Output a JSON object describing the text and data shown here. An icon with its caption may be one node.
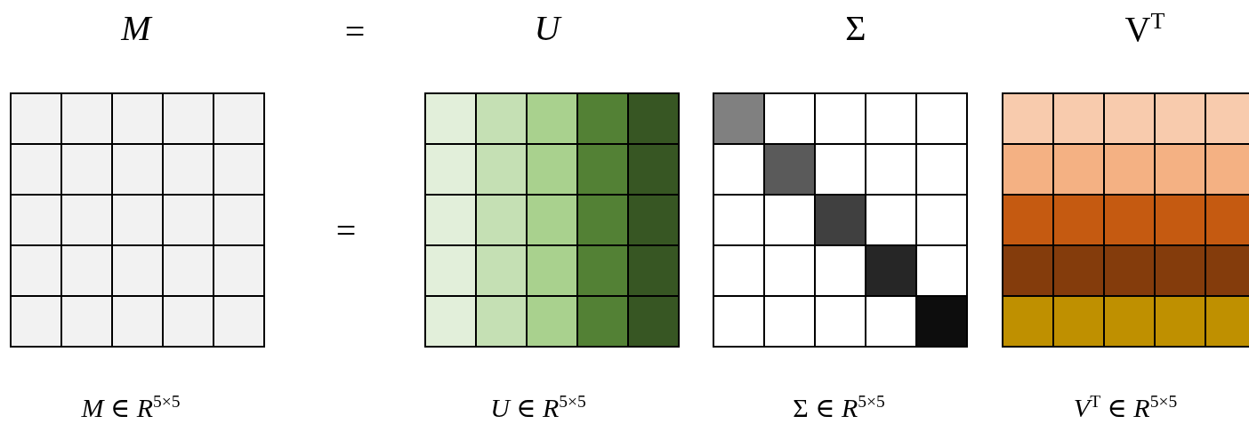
{
  "diagram": {
    "nodes": [
      {
        "text": [
          "M"
        ],
        "beside": [
          "*M* ∈ *R*$^{5×5}$"
        ]
      },
      {
        "text": [
          "U"
        ],
        "beside": [
          "*U* ∈ *R*$^{5×5}$"
        ]
      },
      {
        "text": [
          "Σ"
        ],
        "beside": [
          "Σ ∈ *R*$^{5×5}$"
        ]
      },
      {
        "text": [
          "V$^{T}$"
        ],
        "beside": [
          "*V*$^{T}$ ∈ *R*$^{5×5}$"
        ]
      }
    ],
    "labels": [
      "=",
      "="
    ]
  }
}
